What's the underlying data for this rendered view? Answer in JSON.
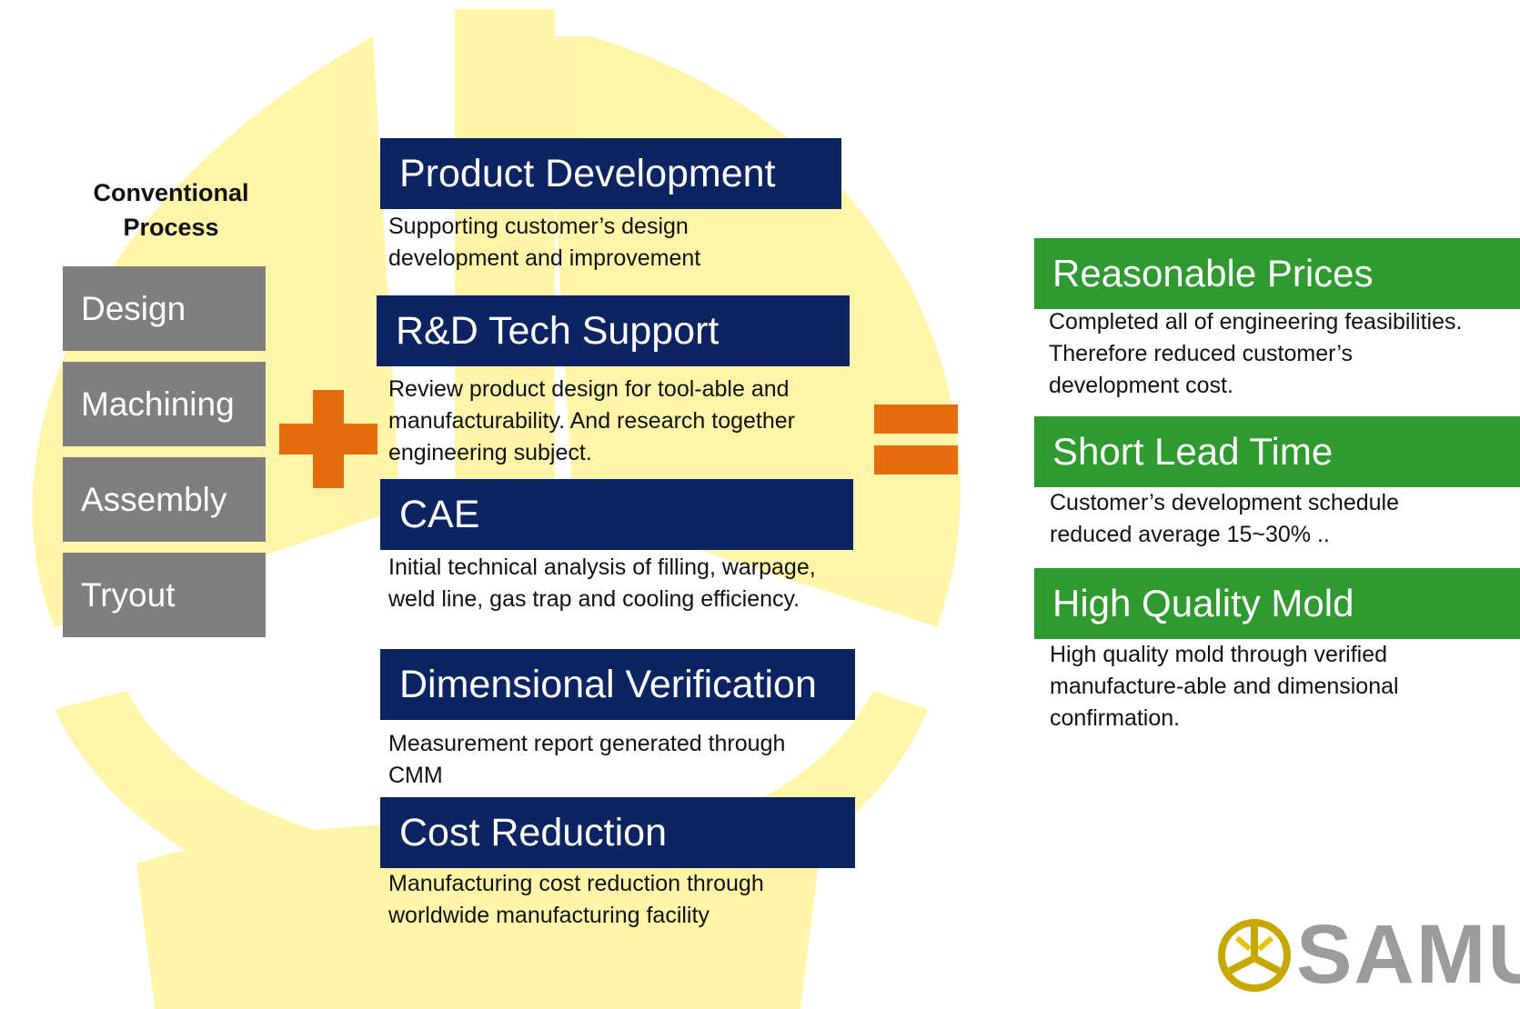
{
  "colors": {
    "navy": "#0c2461",
    "green": "#2e9a30",
    "gray": "#7f7f7f",
    "orange": "#e46c0a",
    "background_mark": "#fff39a"
  },
  "conventional": {
    "title_line1": "Conventional",
    "title_line2": "Process",
    "steps": [
      "Design",
      "Machining",
      "Assembly",
      "Tryout"
    ]
  },
  "operators": {
    "plus": "plus-sign",
    "equals": "equals-sign"
  },
  "services": [
    {
      "title": "Product Development",
      "desc": "Supporting customer’s design\ndevelopment and improvement"
    },
    {
      "title": "R&D Tech Support",
      "desc": "Review product design for tool-able and\nmanufacturability. And research together\nengineering subject."
    },
    {
      "title": "CAE",
      "desc": "Initial technical analysis  of filling, warpage,\nweld line, gas trap and cooling efficiency."
    },
    {
      "title": "Dimensional Verification",
      "desc": "Measurement report generated through\nCMM"
    },
    {
      "title": "Cost Reduction",
      "desc": "Manufacturing cost reduction through\nworldwide manufacturing  facility"
    }
  ],
  "benefits": [
    {
      "title": "Reasonable Prices",
      "desc": "Completed all  of engineering feasibilities.\nTherefore reduced customer’s\ndevelopment cost."
    },
    {
      "title": "Short Lead Time",
      "desc": "Customer’s development schedule\nreduced average 15~30% .."
    },
    {
      "title": "High Quality Mold",
      "desc": "High quality mold through verified\nmanufacture-able and dimensional\nconfirmation."
    }
  ],
  "logo": {
    "wordmark": "SAMU",
    "icon": "samu-logo-icon"
  }
}
